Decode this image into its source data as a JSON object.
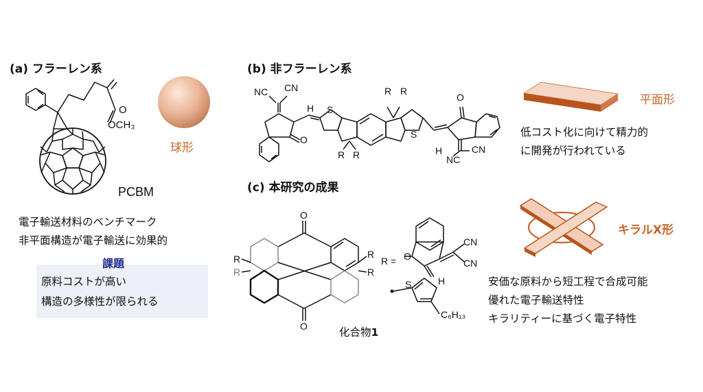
{
  "colors": {
    "accent": "#c8652a",
    "issue_title": "#1f2d8c",
    "issue_bg": "#eef0f8",
    "sphere_light": "#fbe1cf",
    "sphere_dark": "#c9835d",
    "slab_top": "#f7d7c6",
    "slab_side": "#b8541e"
  },
  "section_a": {
    "heading": "(a) フラーレン系",
    "shape_label": "球形",
    "compound_name": "PCBM",
    "substituent": "OCH₃",
    "ester_o": "O",
    "lines": [
      "電子輸送材料のベンチマーク",
      "非平面構造が電子輸送に効果的"
    ],
    "issue_title": "課題",
    "issue_lines": [
      "原料コストが高い",
      "構造の多様性が限られる"
    ]
  },
  "section_b": {
    "heading": "(b) 非フラーレン系",
    "shape_label": "平面形",
    "lines": [
      "低コスト化に向けて精力的",
      "に開発が行われている"
    ],
    "atoms": {
      "cn1": "NC",
      "cn2": "CN",
      "h1": "H",
      "s1": "S",
      "o1": "O",
      "r1": "R",
      "r2": "R",
      "r3": "R",
      "r4": "R",
      "s2": "S",
      "h2": "H",
      "o2": "O",
      "cn3": "NC",
      "cn4": "CN"
    }
  },
  "section_c": {
    "heading": "(c) 本研究の成果",
    "shape_label": "キラルX形",
    "compound_label": "化合物",
    "compound_number": "1",
    "r_equals": "R =",
    "atoms": {
      "o_top": "O",
      "o_bottom": "O",
      "r_left1": "R",
      "r_left2": "R",
      "r_right1": "R",
      "r_right2": "R",
      "o_side": "O",
      "cn1": "CN",
      "cn2": "CN",
      "s": "S",
      "h": "H",
      "hexyl": "C₆H₁₃"
    },
    "lines": [
      "安価な原料から短工程で合成可能",
      "優れた電子輸送特性",
      "キラリティーに基づく電子特性"
    ]
  }
}
